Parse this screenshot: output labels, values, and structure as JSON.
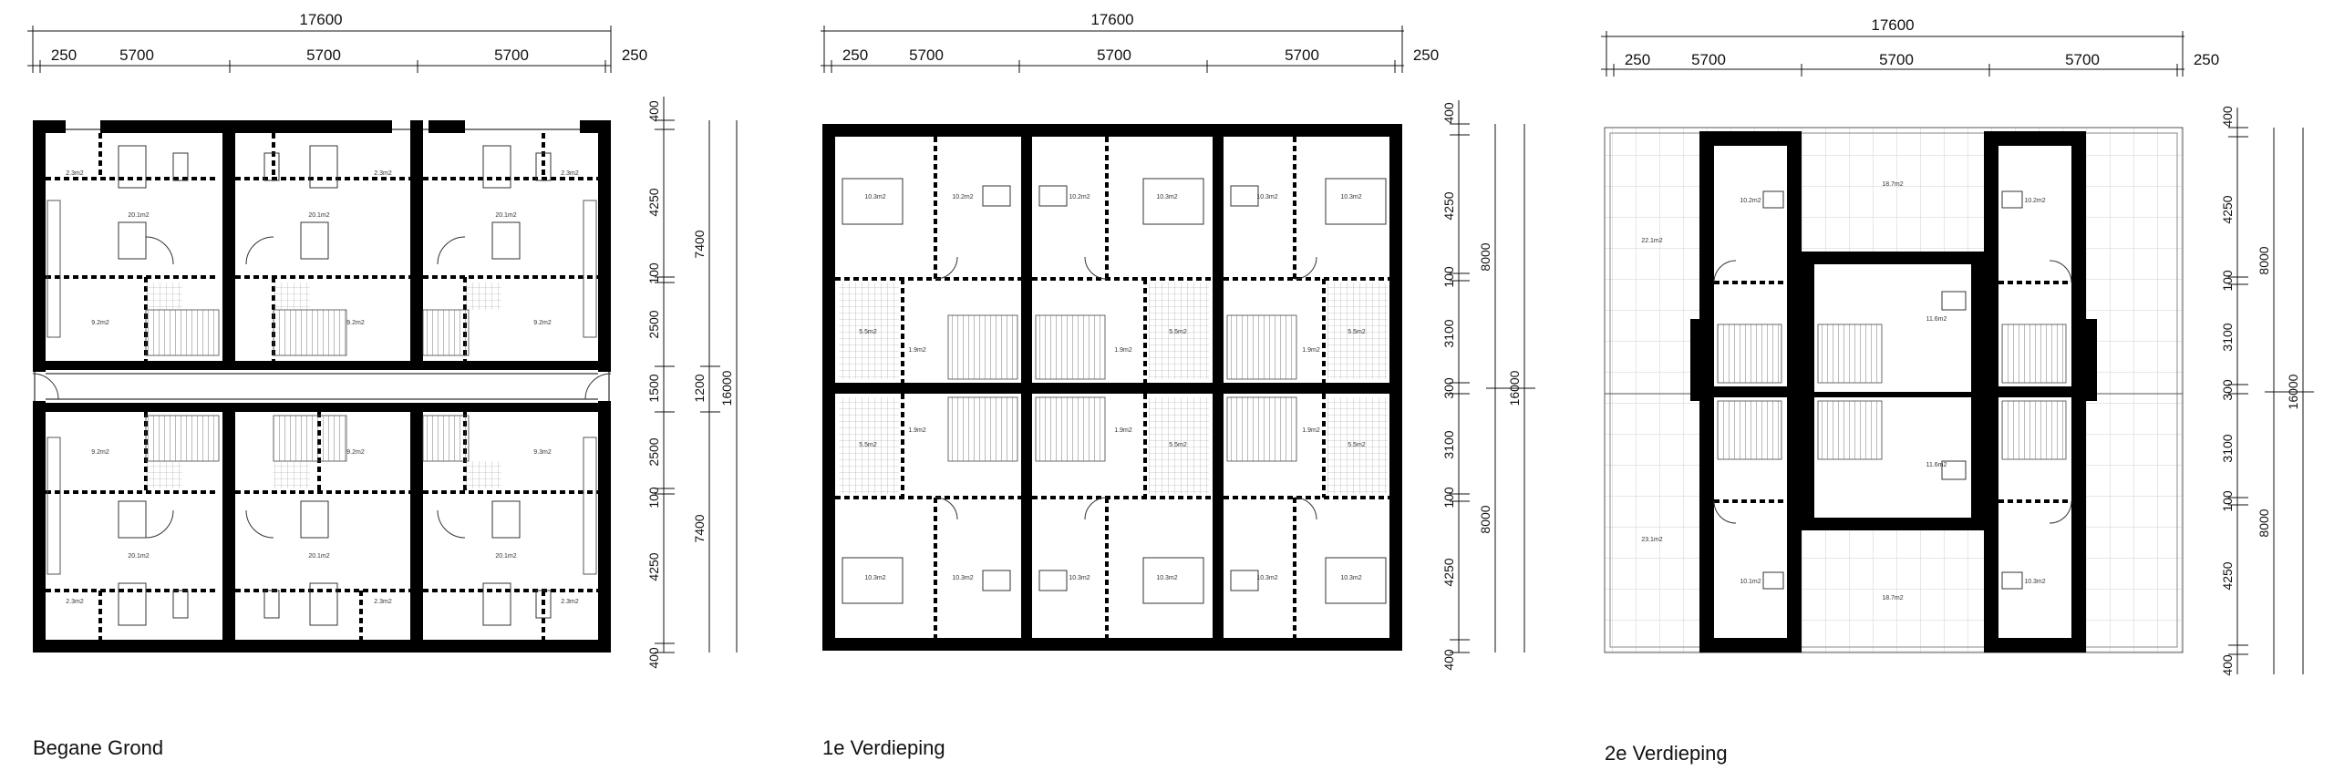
{
  "plans": [
    {
      "title": "Begane Grond",
      "dims_top_total": "17600",
      "dims_top_parts": [
        "250",
        "5700",
        "5700",
        "5700",
        "250"
      ],
      "dims_side_inner": [
        "400",
        "4250",
        "100",
        "2500",
        "1500",
        "2500",
        "100",
        "4250",
        "400"
      ],
      "dims_side_outer": [
        "7400",
        "1200",
        "7400"
      ],
      "dims_side_total": "16000",
      "areas": [
        "2.3m2",
        "20.1m2",
        "2.3m2",
        "20.1m2",
        "2.3m2",
        "20.1m2",
        "9.2m2",
        "9.2m2",
        "9.2m2",
        "9.2m2",
        "9.2m2",
        "9.3m2",
        "20.1m2",
        "20.1m2",
        "20.1m2",
        "2.3m2",
        "2.3m2",
        "2.3m2"
      ]
    },
    {
      "title": "1e Verdieping",
      "dims_top_total": "17600",
      "dims_top_parts": [
        "250",
        "5700",
        "5700",
        "5700",
        "250"
      ],
      "dims_side_inner": [
        "400",
        "4250",
        "100",
        "3100",
        "300",
        "3100",
        "100",
        "4250",
        "400"
      ],
      "dims_side_outer": [
        "8000",
        "8000"
      ],
      "dims_side_total": "16000",
      "areas": [
        "10.3m2",
        "10.2m2",
        "10.2m2",
        "10.3m2",
        "10.3m2",
        "10.3m2",
        "5.5m2",
        "1.9m2",
        "1.9m2",
        "5.5m2",
        "1.9m2",
        "5.5m2",
        "5.5m2",
        "1.9m2",
        "1.9m2",
        "5.5m2",
        "1.9m2",
        "5.5m2",
        "10.3m2",
        "10.3m2",
        "10.3m2",
        "10.3m2",
        "10.3m2",
        "10.3m2"
      ]
    },
    {
      "title": "2e Verdieping",
      "dims_top_total": "17600",
      "dims_top_parts": [
        "250",
        "5700",
        "5700",
        "5700",
        "250"
      ],
      "dims_side_inner": [
        "400",
        "4250",
        "100",
        "3100",
        "300",
        "3100",
        "100",
        "4250",
        "400"
      ],
      "dims_side_outer": [
        "8000",
        "8000"
      ],
      "dims_side_total": "16000",
      "areas": [
        "10.2m2",
        "18.7m2",
        "10.2m2",
        "22.1m2",
        "11.6m2",
        "11.6m2",
        "23.1m2",
        "10.1m2",
        "18.7m2",
        "10.3m2"
      ]
    }
  ]
}
